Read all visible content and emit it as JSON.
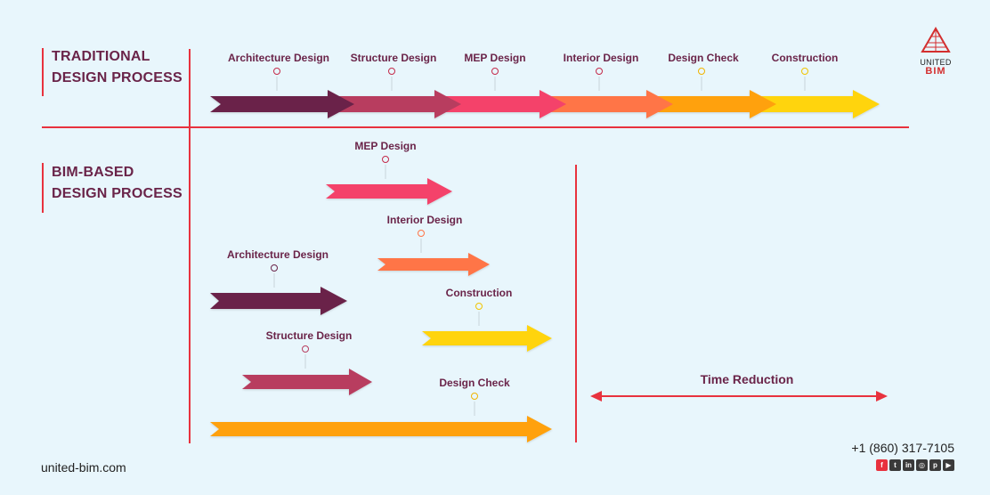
{
  "sections": {
    "traditional": {
      "line1": "TRADITIONAL",
      "line2": "DESIGN PROCESS"
    },
    "bim": {
      "line1": "BIM-BASED",
      "line2": "DESIGN PROCESS"
    }
  },
  "stages": {
    "architecture": "Architecture Design",
    "structure": "Structure Design",
    "mep": "MEP Design",
    "interior": "Interior Design",
    "check": "Design Check",
    "construction": "Construction"
  },
  "time_reduction": "Time Reduction",
  "footer": {
    "url": "united-bim.com",
    "phone": "+1 (860) 317-7105",
    "social_icons": [
      "facebook-icon",
      "twitter-icon",
      "linkedin-icon",
      "instagram-icon",
      "pinterest-icon",
      "youtube-icon"
    ]
  },
  "logo": {
    "line1": "UNITED",
    "line2": "BIM"
  },
  "colors": {
    "architecture": "#6a2449",
    "structure": "#b83d5f",
    "mep": "#f4436a",
    "interior": "#ff7446",
    "check": "#ffa10a",
    "construction": "#ffd40a",
    "divider": "#e8323e",
    "text": "#6a2449"
  }
}
